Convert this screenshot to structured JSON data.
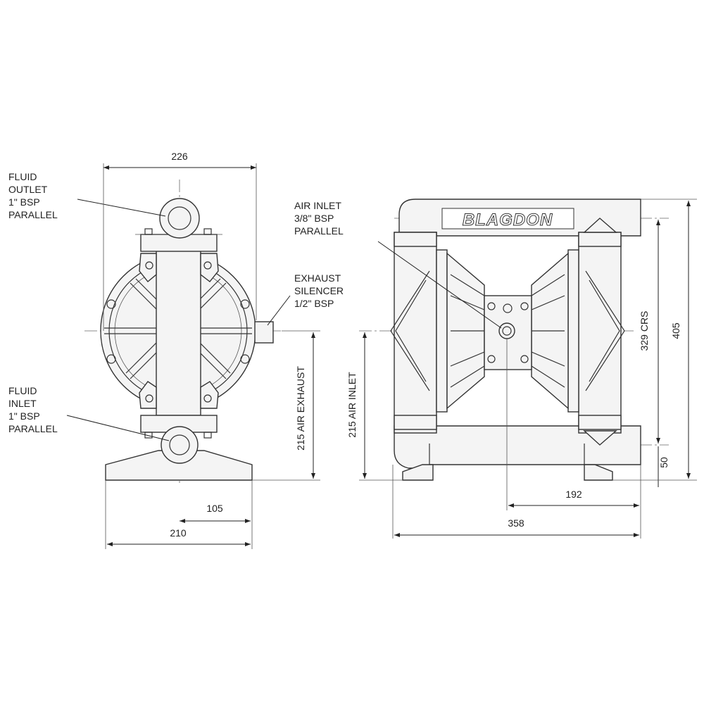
{
  "front_view": {
    "fluid_outlet": [
      "FLUID",
      "OUTLET",
      "1\" BSP",
      "PARALLEL"
    ],
    "fluid_inlet": [
      "FLUID",
      "INLET",
      "1\" BSP",
      "PARALLEL"
    ],
    "exhaust_silencer": [
      "EXHAUST",
      "SILENCER",
      "1/2\" BSP"
    ],
    "dim_width": "226",
    "dim_half_base": "105",
    "dim_base": "210",
    "dim_air_exhaust": "215 AIR EXHAUST"
  },
  "side_view": {
    "brand": "BLAGDON",
    "air_inlet": [
      "AIR INLET",
      "3/8\" BSP",
      "PARALLEL"
    ],
    "dim_air_inlet": "215 AIR INLET",
    "dim_192": "192",
    "dim_358": "358",
    "dim_crs": "329 CRS",
    "dim_405": "405",
    "dim_50": "50"
  }
}
